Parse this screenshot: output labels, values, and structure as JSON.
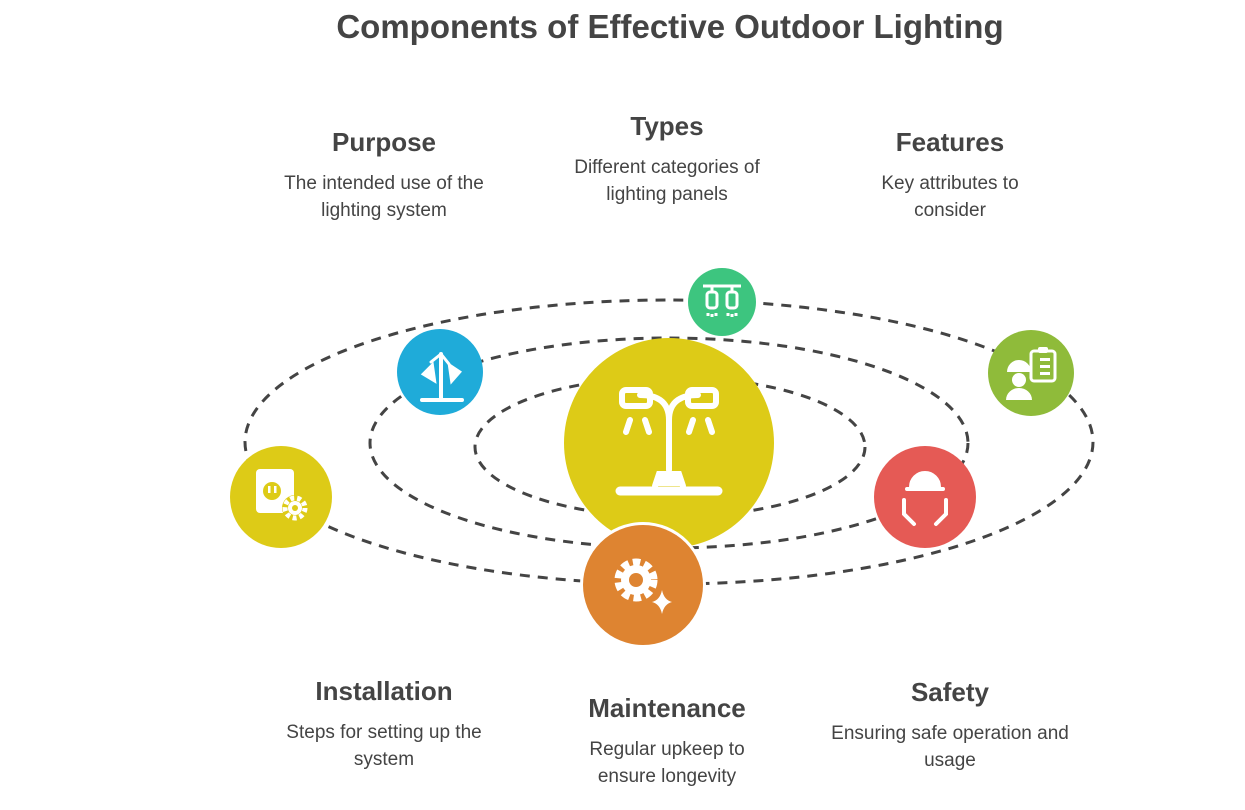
{
  "title": "Components of Effective Outdoor Lighting",
  "colors": {
    "center": "#DDCB17",
    "purpose": "#1FABD9",
    "types": "#3DC57F",
    "features": "#8FBB3A",
    "installation": "#DDCB17",
    "maintenance": "#DE8431",
    "safety": "#E55A55",
    "text": "#444444"
  },
  "items": {
    "purpose": {
      "title": "Purpose",
      "desc": "The intended use of the lighting system",
      "icon": "floor-lamp-icon"
    },
    "types": {
      "title": "Types",
      "desc": "Different categories of lighting panels",
      "icon": "pendant-lights-icon"
    },
    "features": {
      "title": "Features",
      "desc": "Key attributes to consider",
      "icon": "worker-checklist-icon"
    },
    "installation": {
      "title": "Installation",
      "desc": "Steps for setting up the system",
      "icon": "outlet-gear-icon"
    },
    "maintenance": {
      "title": "Maintenance",
      "desc": "Regular upkeep to ensure longevity",
      "icon": "gear-sparkle-icon"
    },
    "safety": {
      "title": "Safety",
      "desc": "Ensuring safe operation and usage",
      "icon": "hands-helmet-icon"
    }
  },
  "center_icon": "street-lamp-icon"
}
